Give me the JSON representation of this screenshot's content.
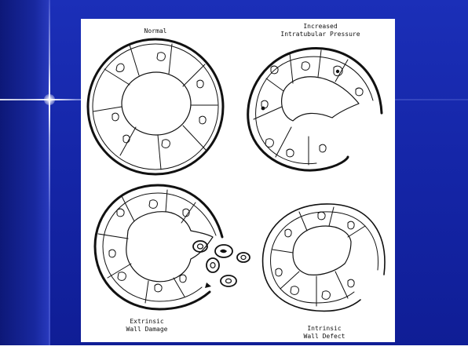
{
  "diagram": {
    "labels": {
      "normal": "Normal",
      "increased_line1": "Increased",
      "increased_line2": "Intratubular Pressure",
      "extrinsic_line1": "Extrinsic",
      "extrinsic_line2": "Wall Damage",
      "intrinsic_line1": "Intrinsic",
      "intrinsic_line2": "Wall Defect"
    }
  },
  "colors": {
    "background": "#1526a8",
    "diagram_panel": "#ffffff",
    "ink": "#111111",
    "highlight": "#ffffff"
  }
}
